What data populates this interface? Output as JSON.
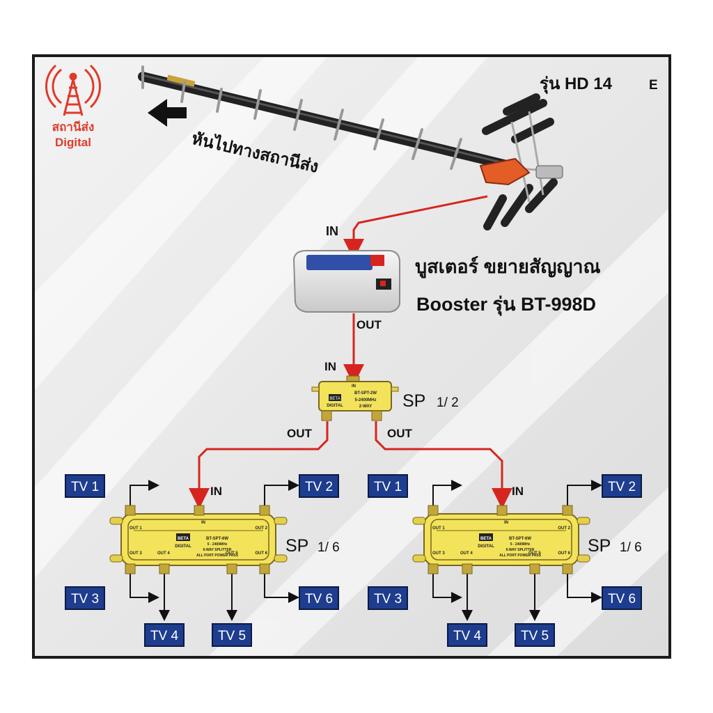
{
  "tower_logo": {
    "line1": "สถานีส่ง",
    "line2": "Digital"
  },
  "antenna": {
    "model": "รุ่น HD 14",
    "model_suffix": "E",
    "direction_text": "หันไปทางสถานีส่ง"
  },
  "booster": {
    "in_label": "IN",
    "out_label": "OUT",
    "title_th": "บูสเตอร์ ขยายสัญญาณ",
    "title_en": "Booster รุ่น BT-998D"
  },
  "splitter2": {
    "in_label": "IN",
    "out_left": "OUT",
    "out_right": "OUT",
    "name": "SP",
    "ratio": "1/ 2",
    "body": {
      "port_in": "IN",
      "brand": "BETA",
      "brand_sub": "DIGITAL",
      "model": "BT-SPT-2W",
      "freq": "5-2400MHz",
      "ways": "2-WAY"
    }
  },
  "splitter6_left": {
    "in_label": "IN",
    "name": "SP",
    "ratio": "1/ 6",
    "body": {
      "port_in": "IN",
      "out1": "OUT 1",
      "out2": "OUT 2",
      "out3": "OUT 3",
      "out4": "OUT 4",
      "out5": "OUT 5",
      "out6": "OUT 6",
      "brand": "BETA",
      "brand_sub": "DIGITAL",
      "model": "BT-SPT-6W",
      "freq": "5 - 2400MHz",
      "ways": "6-WAY SPLITTER",
      "power": "ALL PORT POWER PASS"
    },
    "tvs": [
      "TV 1",
      "TV 2",
      "TV 3",
      "TV 4",
      "TV 5",
      "TV 6"
    ]
  },
  "splitter6_right": {
    "in_label": "IN",
    "name": "SP",
    "ratio": "1/ 6",
    "body": {
      "port_in": "IN",
      "out1": "OUT 1",
      "out2": "OUT 2",
      "out3": "OUT 3",
      "out4": "OUT 4",
      "out5": "OUT 5",
      "out6": "OUT 6",
      "brand": "BETA",
      "brand_sub": "DIGITAL",
      "model": "BT-SPT-6W",
      "freq": "5 - 2400MHz",
      "ways": "6-WAY SPLITTER",
      "power": "ALL PORT POWER PASS"
    },
    "tvs": [
      "TV 1",
      "TV 2",
      "TV 3",
      "TV 4",
      "TV 5",
      "TV 6"
    ]
  },
  "colors": {
    "cable": "#d6251f",
    "tv_box": "#1e3d8f",
    "splitter": "#f2e35a",
    "frame": "#1a1a1a",
    "tower": "#e03a2a"
  }
}
